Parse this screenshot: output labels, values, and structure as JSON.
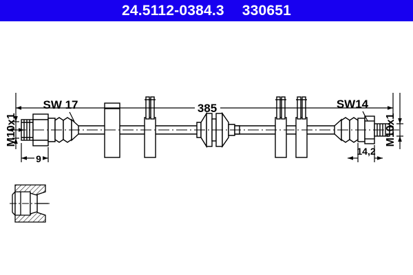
{
  "header": {
    "part_number": "24.5112-0384.3",
    "reference_number": "330651",
    "background_color": "#1800f0",
    "text_color": "#ffffff"
  },
  "drawing": {
    "title": "brake-hose-technical-drawing",
    "line_color": "#000000",
    "background_color": "#ffffff",
    "labels": {
      "left_thread": "M10x1",
      "left_wrench": "SW 17",
      "left_length": "9",
      "overall_length": "385",
      "right_wrench": "SW14",
      "right_length": "14,2",
      "right_thread": "M10x1"
    },
    "detail_view": {
      "name": "section-detail",
      "hatched": true
    }
  }
}
